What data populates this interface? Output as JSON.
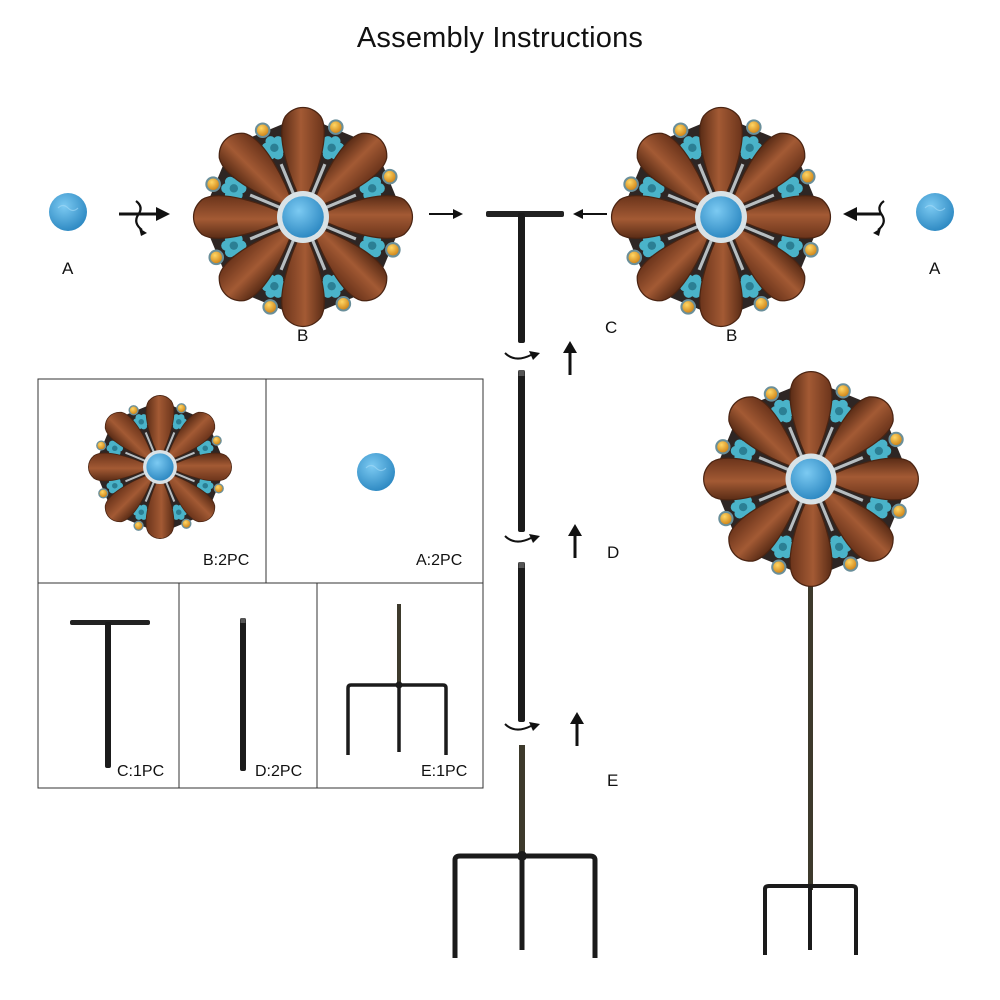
{
  "title": "Assembly Instructions",
  "diagram_labels": {
    "cap_left": "A",
    "cap_right": "A",
    "spinner_left": "B",
    "spinner_right": "B",
    "top_stake": "C",
    "middle_stake": "D",
    "bottom_stake": "E"
  },
  "parts_list": [
    {
      "id": "B",
      "label": "B:2PC"
    },
    {
      "id": "A",
      "label": "A:2PC"
    },
    {
      "id": "C",
      "label": "C:1PC"
    },
    {
      "id": "D",
      "label": "D:2PC"
    },
    {
      "id": "E",
      "label": "E:1PC"
    }
  ],
  "colors": {
    "petal": "#8a4a2a",
    "petal_dark": "#2e2624",
    "hub_blue": "#3a9ed8",
    "accent_teal": "#4ab3c9",
    "gem_amber": "#e7a21b",
    "stake": "#1b1b1b",
    "stake_bronze": "#3d3a2c"
  },
  "icons": [
    "rotate-arrow-icon",
    "straight-arrow-icon",
    "up-arrow-icon"
  ]
}
